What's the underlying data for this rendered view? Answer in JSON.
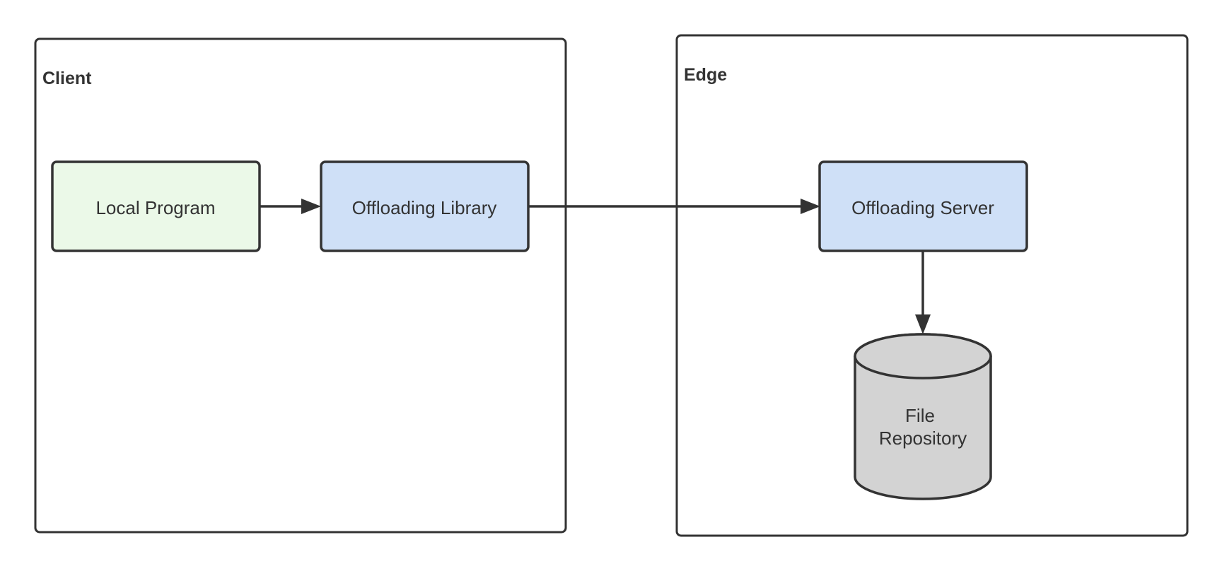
{
  "groups": {
    "client": {
      "label": "Client"
    },
    "edge": {
      "label": "Edge"
    }
  },
  "nodes": {
    "local_program": {
      "label": "Local Program",
      "fill": "#ebf9e8"
    },
    "offloading_library": {
      "label": "Offloading Library",
      "fill": "#cfe0f7"
    },
    "offloading_server": {
      "label": "Offloading Server",
      "fill": "#cfe0f7"
    },
    "file_repository": {
      "label_lines": [
        "File",
        "Repository"
      ],
      "fill": "#d3d3d3"
    }
  },
  "edges": [
    {
      "from": "Local Program",
      "to": "Offloading Library"
    },
    {
      "from": "Offloading Library",
      "to": "Offloading Server"
    },
    {
      "from": "Offloading Server",
      "to": "File Repository"
    }
  ],
  "colors": {
    "stroke": "#333333",
    "background": "#ffffff"
  }
}
